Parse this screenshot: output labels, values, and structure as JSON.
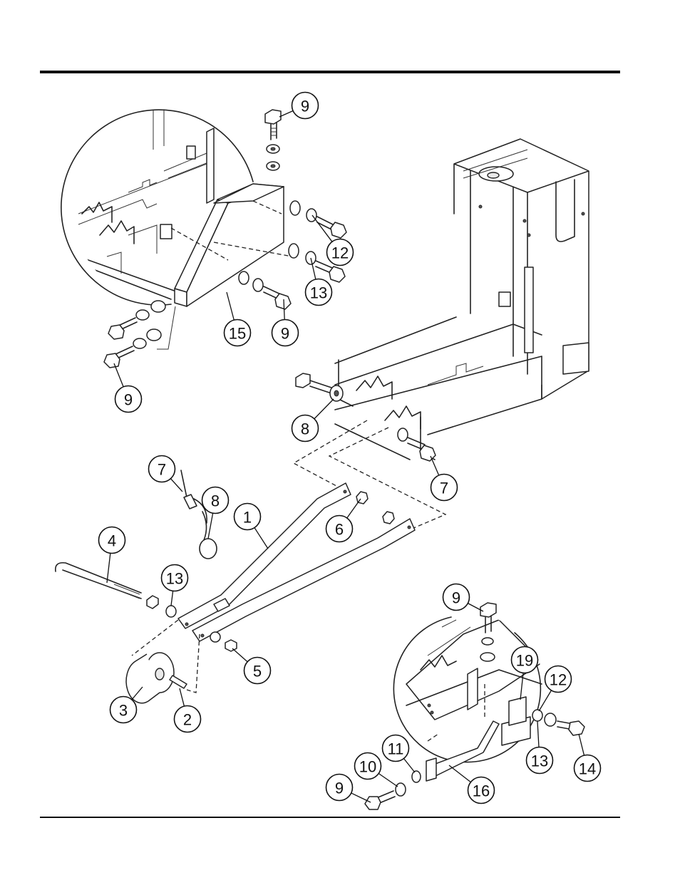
{
  "diagram": {
    "callouts": [
      {
        "id": "c9a",
        "label": "9"
      },
      {
        "id": "c12a",
        "label": "12"
      },
      {
        "id": "c13a",
        "label": "13"
      },
      {
        "id": "c15",
        "label": "15"
      },
      {
        "id": "c9b",
        "label": "9"
      },
      {
        "id": "c9c",
        "label": "9"
      },
      {
        "id": "c8a",
        "label": "8"
      },
      {
        "id": "c7a",
        "label": "7"
      },
      {
        "id": "c7b",
        "label": "7"
      },
      {
        "id": "c8b",
        "label": "8"
      },
      {
        "id": "c1",
        "label": "1"
      },
      {
        "id": "c6",
        "label": "6"
      },
      {
        "id": "c4",
        "label": "4"
      },
      {
        "id": "c13b",
        "label": "13"
      },
      {
        "id": "c5",
        "label": "5"
      },
      {
        "id": "c3",
        "label": "3"
      },
      {
        "id": "c2",
        "label": "2"
      },
      {
        "id": "c9d",
        "label": "9"
      },
      {
        "id": "c19",
        "label": "19"
      },
      {
        "id": "c12b",
        "label": "12"
      },
      {
        "id": "c13c",
        "label": "13"
      },
      {
        "id": "c14",
        "label": "14"
      },
      {
        "id": "c11",
        "label": "11"
      },
      {
        "id": "c10",
        "label": "10"
      },
      {
        "id": "c9e",
        "label": "9"
      },
      {
        "id": "c16",
        "label": "16"
      }
    ]
  }
}
